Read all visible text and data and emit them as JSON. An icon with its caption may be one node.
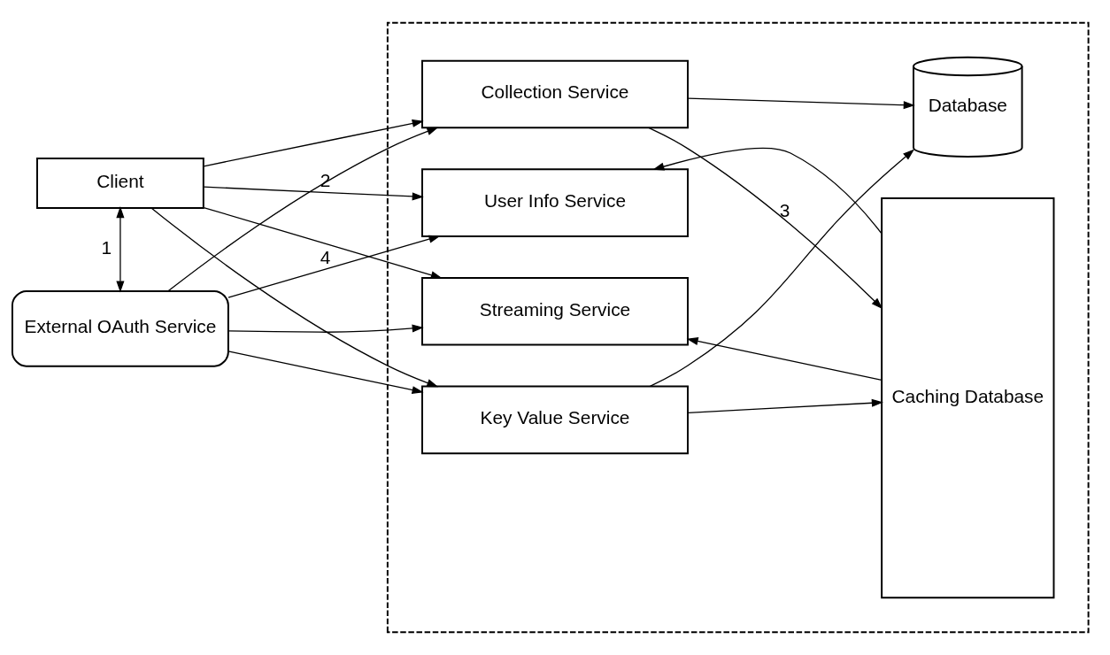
{
  "diagram": {
    "nodes": [
      {
        "text": [
          "External OAuth Service"
        ]
      },
      {
        "text": [
          "Client"
        ]
      },
      {
        "text": [],
        "shape": "box"
      },
      {
        "text": [
          "User Info Service"
        ],
        "in": 2
      },
      {
        "text": [
          "Collection Service"
        ],
        "in": 2
      },
      {
        "text": [
          "Key Value Service"
        ],
        "in": 2
      },
      {
        "text": [
          "Streaming Service"
        ],
        "in": 2
      },
      {
        "text": [
          "Caching Database"
        ],
        "in": 2
      },
      {
        "text": [
          "Database"
        ],
        "in": 2
      }
    ],
    "edges": [
      {
        "from": 1,
        "to": 0,
        "arrow": "both",
        "label": "1"
      },
      {
        "from": 1,
        "to": 3,
        "arrow": "to",
        "label": "2"
      },
      {
        "from": 1,
        "to": 4,
        "arrow": "to"
      },
      {
        "from": 1,
        "to": 5,
        "arrow": "to"
      },
      {
        "from": 1,
        "to": 6,
        "arrow": "to"
      },
      {
        "from": 0,
        "to": 3,
        "arrow": "to",
        "label": "4"
      },
      {
        "from": 0,
        "to": 4,
        "arrow": "to"
      },
      {
        "from": 0,
        "to": 5,
        "arrow": "to"
      },
      {
        "from": 0,
        "to": 6,
        "arrow": "to"
      },
      {
        "from": 7,
        "to": 3,
        "arrow": "to"
      },
      {
        "from": 4,
        "to": 7,
        "arrow": "to",
        "label": "3"
      },
      {
        "from": 5,
        "to": 7,
        "arrow": "to"
      },
      {
        "from": 7,
        "to": 6,
        "arrow": "to"
      },
      {
        "from": 4,
        "to": 8,
        "arrow": "to"
      },
      {
        "from": 5,
        "to": 8,
        "arrow": "to"
      }
    ]
  }
}
